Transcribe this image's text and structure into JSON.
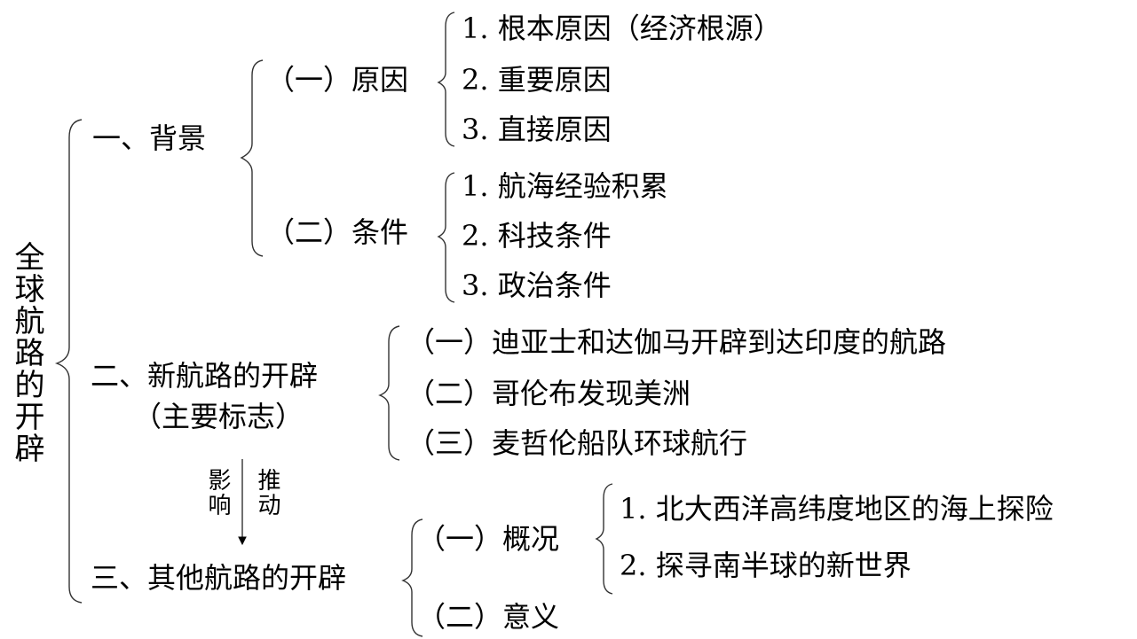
{
  "root": {
    "title": "全球航路的开辟"
  },
  "sections": [
    {
      "label": "一、背景",
      "children": [
        {
          "label": "（一）原因",
          "items": [
            "1. 根本原因（经济根源）",
            "2. 重要原因",
            "3. 直接原因"
          ]
        },
        {
          "label": "（二）条件",
          "items": [
            "1. 航海经验积累",
            "2. 科技条件",
            "3. 政治条件"
          ]
        }
      ]
    },
    {
      "label": "二、新航路的开辟",
      "sublabel": "（主要标志）",
      "children": [
        {
          "label": "（一）迪亚士和达伽马开辟到达印度的航路"
        },
        {
          "label": "（二）哥伦布发现美洲"
        },
        {
          "label": "（三）麦哲伦船队环球航行"
        }
      ]
    },
    {
      "label": "三、其他航路的开辟",
      "children": [
        {
          "label": "（一）概况",
          "items": [
            "1. 北大西洋高纬度地区的海上探险",
            "2. 探寻南半球的新世界"
          ]
        },
        {
          "label": "（二）意义"
        }
      ]
    }
  ],
  "arrow": {
    "left_label": "影响",
    "right_label": "推动",
    "color": "#000000"
  }
}
